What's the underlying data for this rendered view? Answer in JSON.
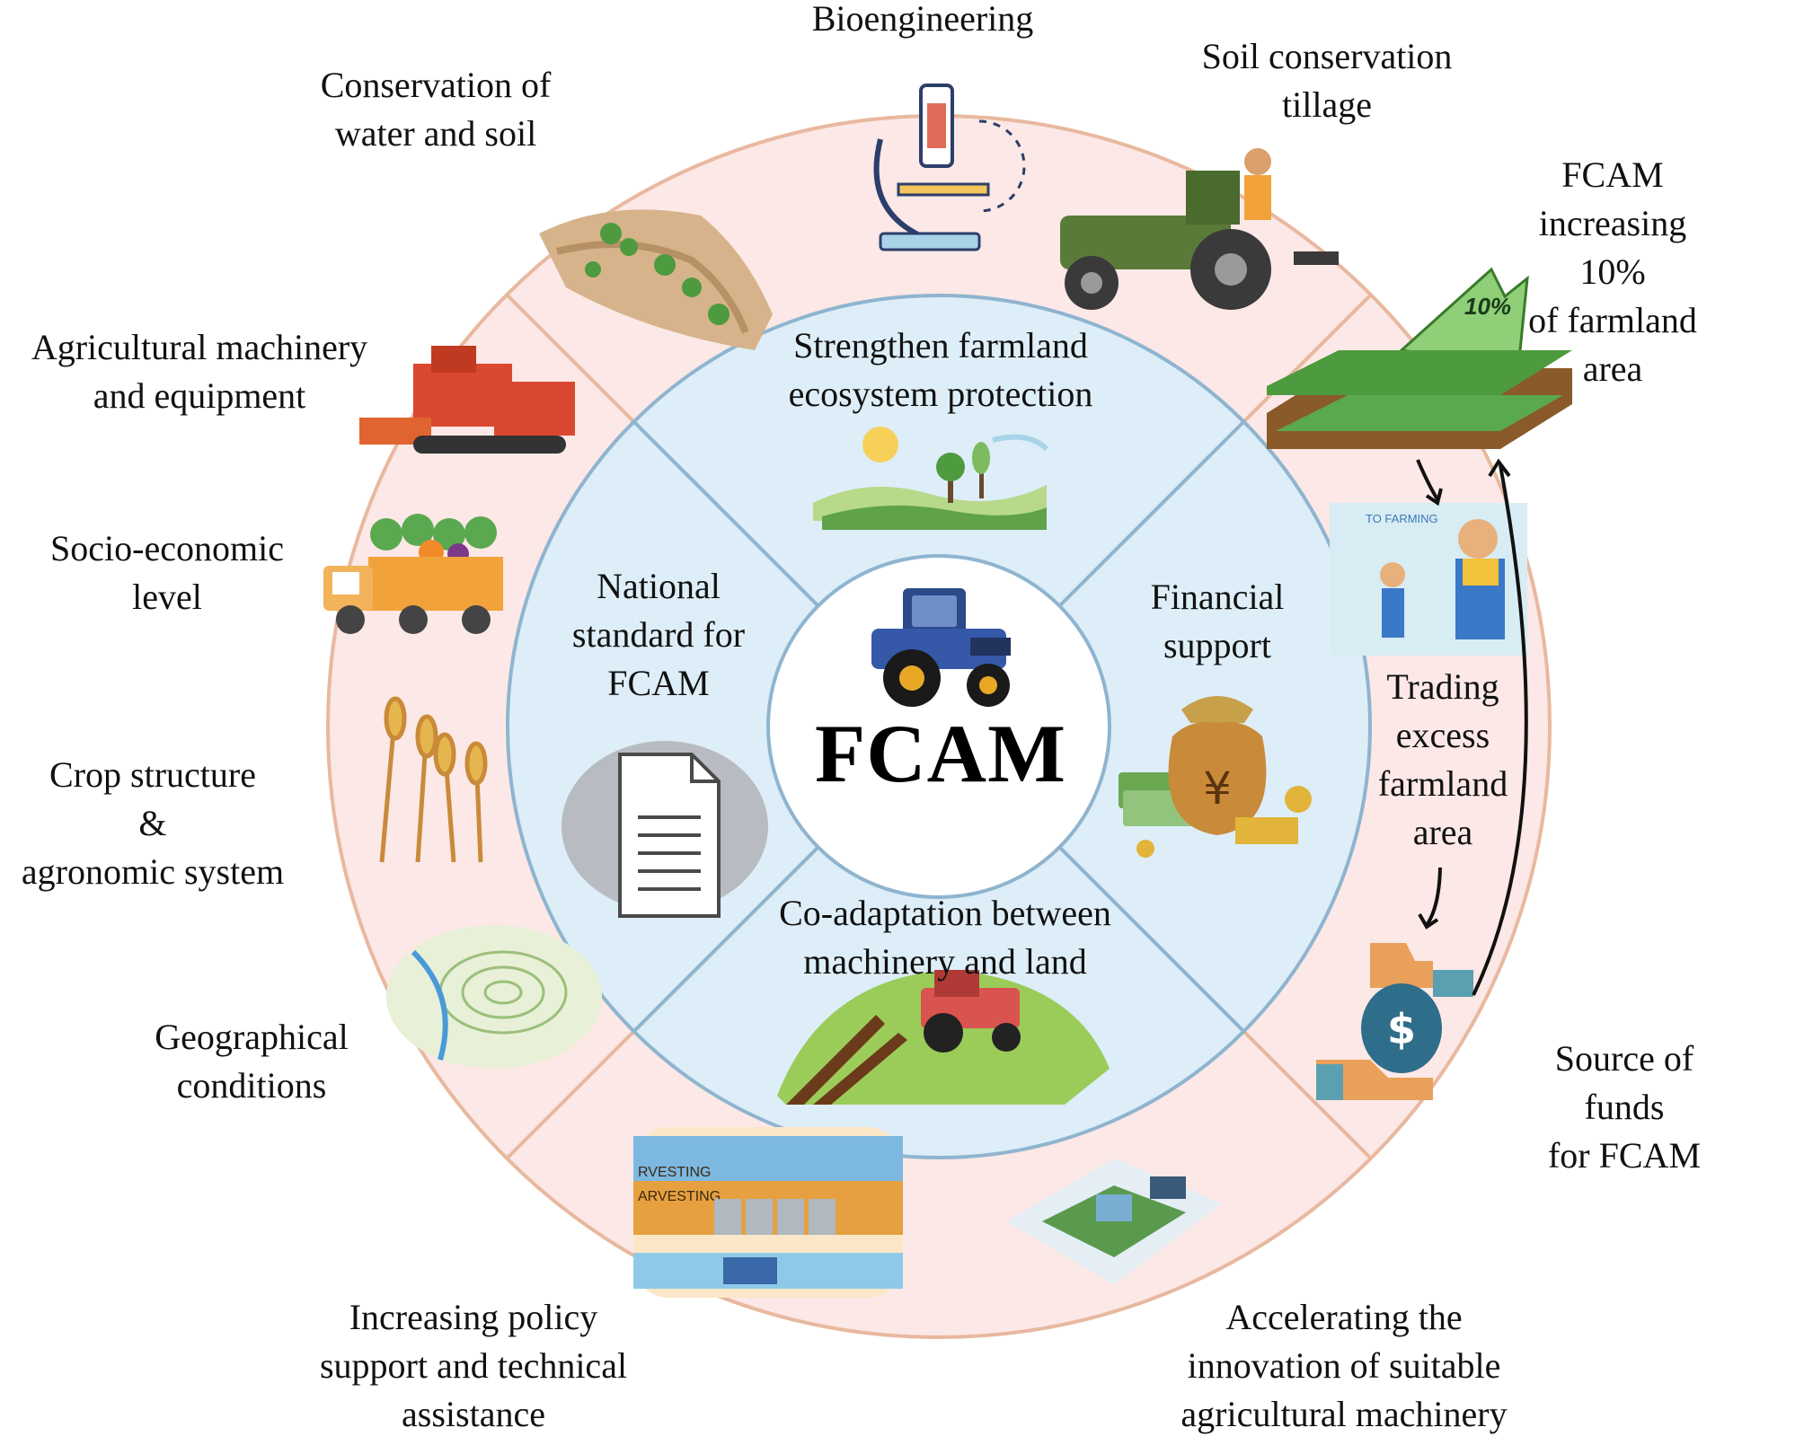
{
  "center": {
    "title": "FCAM"
  },
  "inner_segments": {
    "top": "Strengthen farmland\necosystem protection",
    "left": "National\nstandard for\nFCAM",
    "right": "Financial\nsupport",
    "bottom": "Co-adaptation between\nmachinery and land"
  },
  "outer_labels": {
    "bioengineering": "Bioengineering",
    "soil_tillage": "Soil conservation\ntillage",
    "water_soil": "Conservation of\nwater and soil",
    "fcam_increase": "FCAM increasing 10%\nof farmland area",
    "machinery": "Agricultural machinery\nand equipment",
    "socio_economic": "Socio-economic\nlevel",
    "crop_structure": "Crop structure\n&\nagronomic system",
    "geographical": "Geographical\nconditions",
    "trading": "Trading\nexcess\nfarmland\narea",
    "funds_source": "Source of funds\nfor FCAM",
    "policy_support": "Increasing policy\nsupport and technical\nassistance",
    "innovation": "Accelerating the\ninnovation of suitable\nagricultural machinery"
  },
  "picture_text": {
    "percent_badge": "10%",
    "yuan_sign": "¥",
    "dollar_sign": "$",
    "harvesting_1": "RVESTING",
    "harvesting_2": "ARVESTING",
    "to_farming": "TO FARMING"
  },
  "colors": {
    "outer_ring": "#fce8e6",
    "outer_border": "#e8b89f",
    "inner_ring": "#ddeef8",
    "inner_border": "#8fb4cf",
    "center": "#ffffff"
  }
}
